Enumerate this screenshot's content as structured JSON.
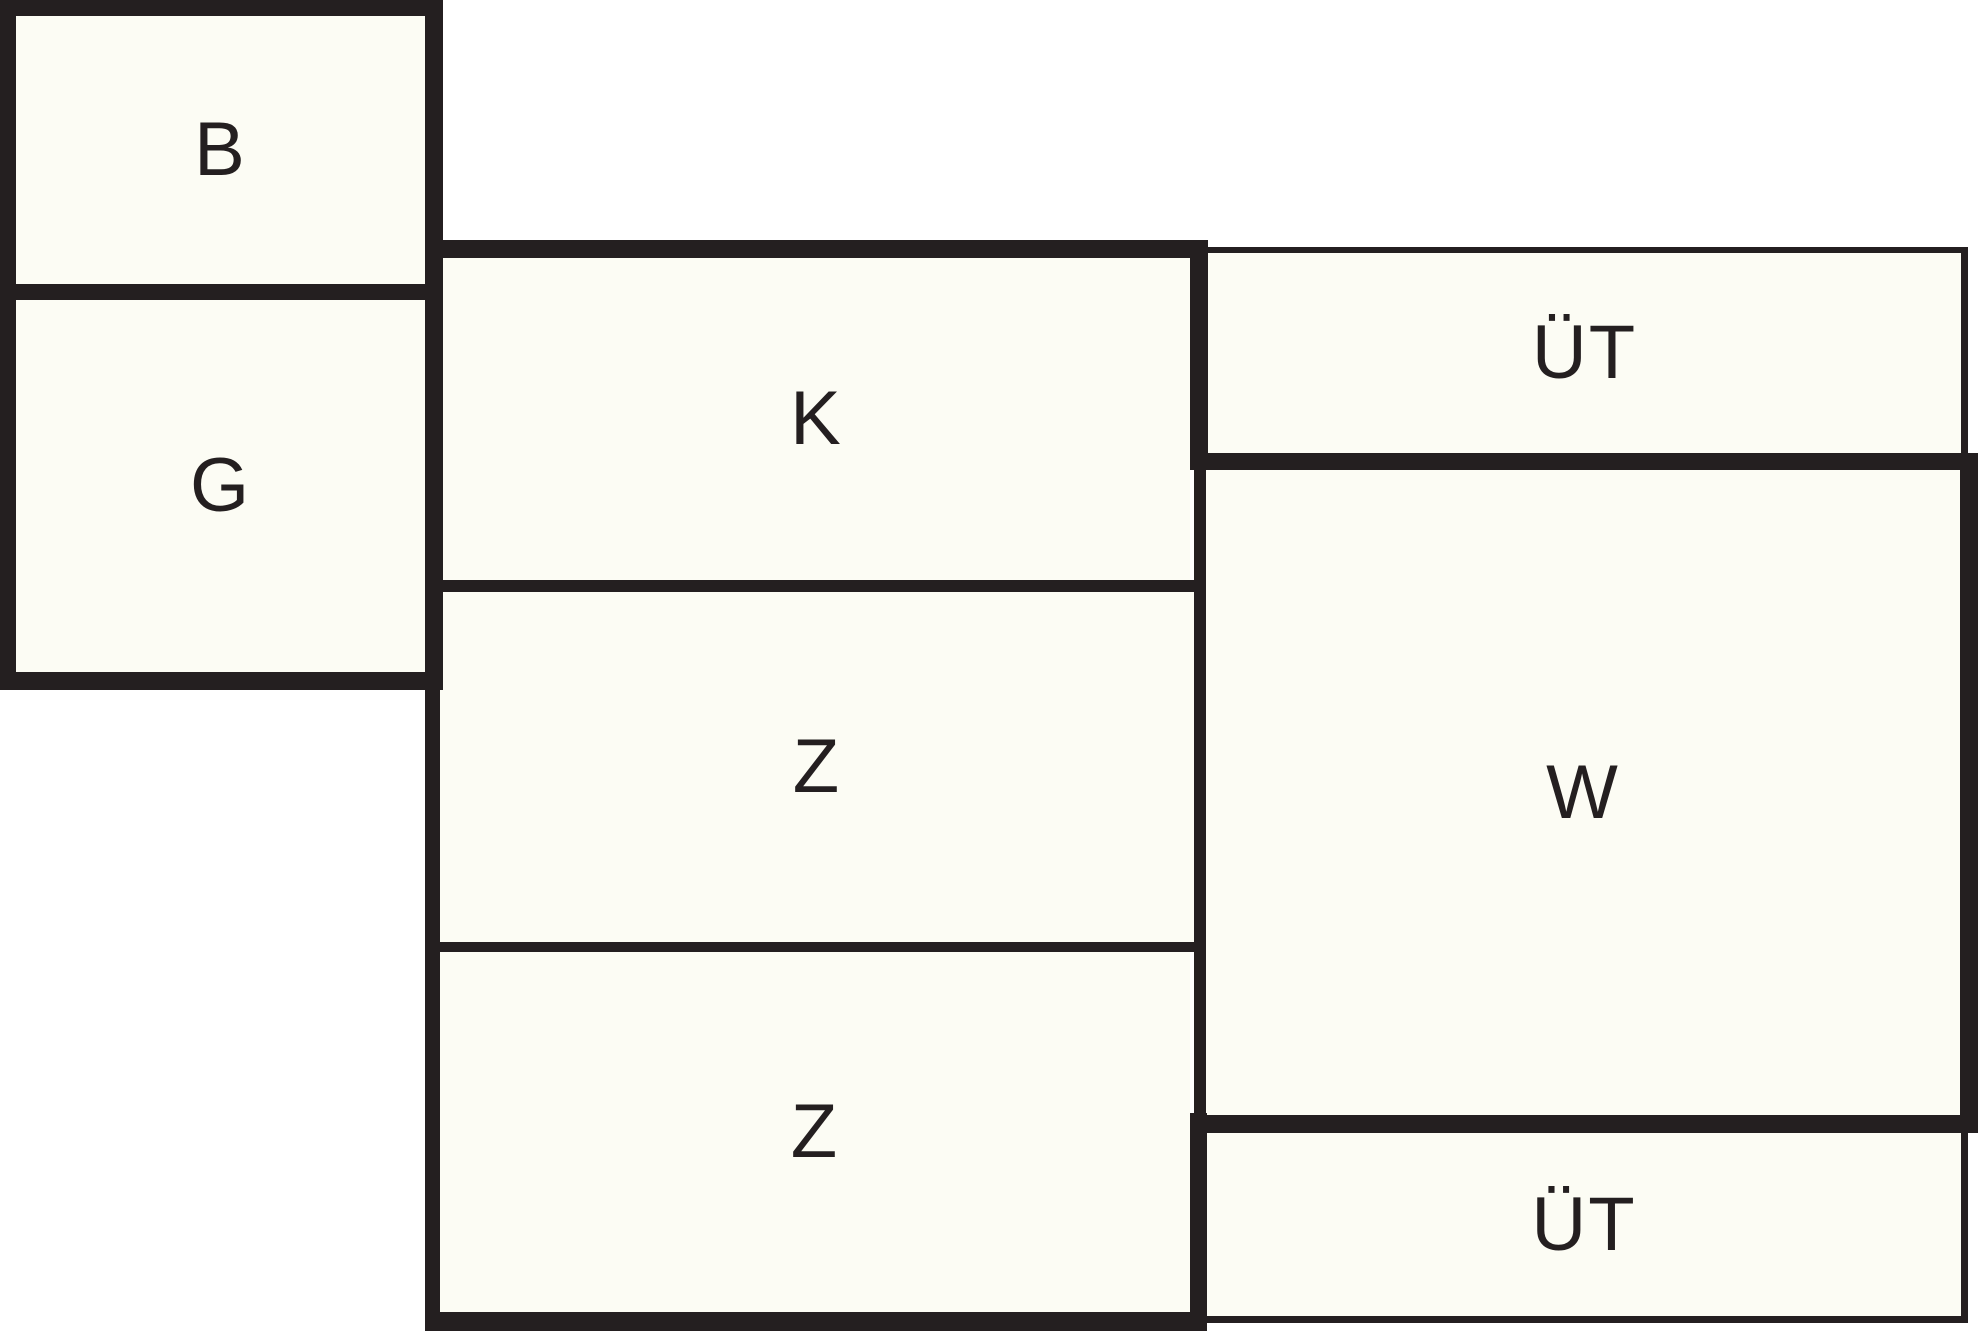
{
  "diagram": {
    "type": "floor-plan",
    "rooms": [
      {
        "id": "b",
        "label": "B"
      },
      {
        "id": "g",
        "label": "G"
      },
      {
        "id": "k",
        "label": "K"
      },
      {
        "id": "z-middle",
        "label": "Z"
      },
      {
        "id": "z-bottom",
        "label": "Z"
      },
      {
        "id": "ut-top",
        "label": "ÜT"
      },
      {
        "id": "w",
        "label": "W"
      },
      {
        "id": "ut-bottom",
        "label": "ÜT"
      }
    ],
    "colors": {
      "wall": "#241F20",
      "room_fill": "#FCFCF4",
      "background": "#FFFFFF",
      "label_text": "#241F20"
    }
  }
}
